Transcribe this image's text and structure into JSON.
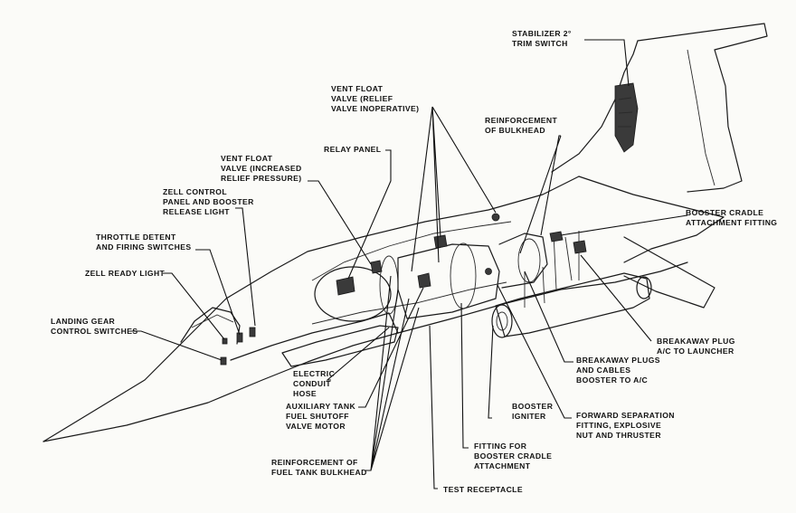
{
  "labels": {
    "stabilizer_trim": [
      "STABILIZER 2°",
      "TRIM SWITCH"
    ],
    "vent_float_relief": [
      "VENT FLOAT",
      "VALVE (RELIEF",
      "VALVE INOPERATIVE)"
    ],
    "reinforcement_bulkhead": [
      "REINFORCEMENT",
      "OF BULKHEAD"
    ],
    "relay_panel": [
      "RELAY PANEL"
    ],
    "vent_float_increased": [
      "VENT FLOAT",
      "VALVE (INCREASED",
      "RELIEF PRESSURE)"
    ],
    "zell_control_panel": [
      "ZELL CONTROL",
      "PANEL AND BOOSTER",
      "RELEASE LIGHT"
    ],
    "booster_cradle_attachment": [
      "BOOSTER CRADLE",
      "ATTACHMENT FITTING"
    ],
    "throttle_detent": [
      "THROTTLE DETENT",
      "AND FIRING SWITCHES"
    ],
    "zell_ready_light": [
      "ZELL READY LIGHT"
    ],
    "landing_gear": [
      "LANDING GEAR",
      "CONTROL SWITCHES"
    ],
    "breakaway_plug": [
      "BREAKAWAY PLUG",
      "A/C TO LAUNCHER"
    ],
    "breakaway_plugs_cables": [
      "BREAKAWAY PLUGS",
      "AND CABLES",
      "BOOSTER TO A/C"
    ],
    "electric_conduit": [
      "ELECTRIC",
      "CONDUIT",
      "HOSE"
    ],
    "auxiliary_tank": [
      "AUXILIARY TANK",
      "FUEL SHUTOFF",
      "VALVE MOTOR"
    ],
    "booster_igniter": [
      "BOOSTER",
      "IGNITER"
    ],
    "forward_separation": [
      "FORWARD SEPARATION",
      "FITTING, EXPLOSIVE",
      "NUT AND THRUSTER"
    ],
    "fitting_booster_cradle": [
      "FITTING FOR",
      "BOOSTER CRADLE",
      "ATTACHMENT"
    ],
    "reinforcement_fuel_tank": [
      "REINFORCEMENT OF",
      "FUEL TANK BULKHEAD"
    ],
    "test_receptacle": [
      "TEST RECEPTACLE"
    ]
  }
}
